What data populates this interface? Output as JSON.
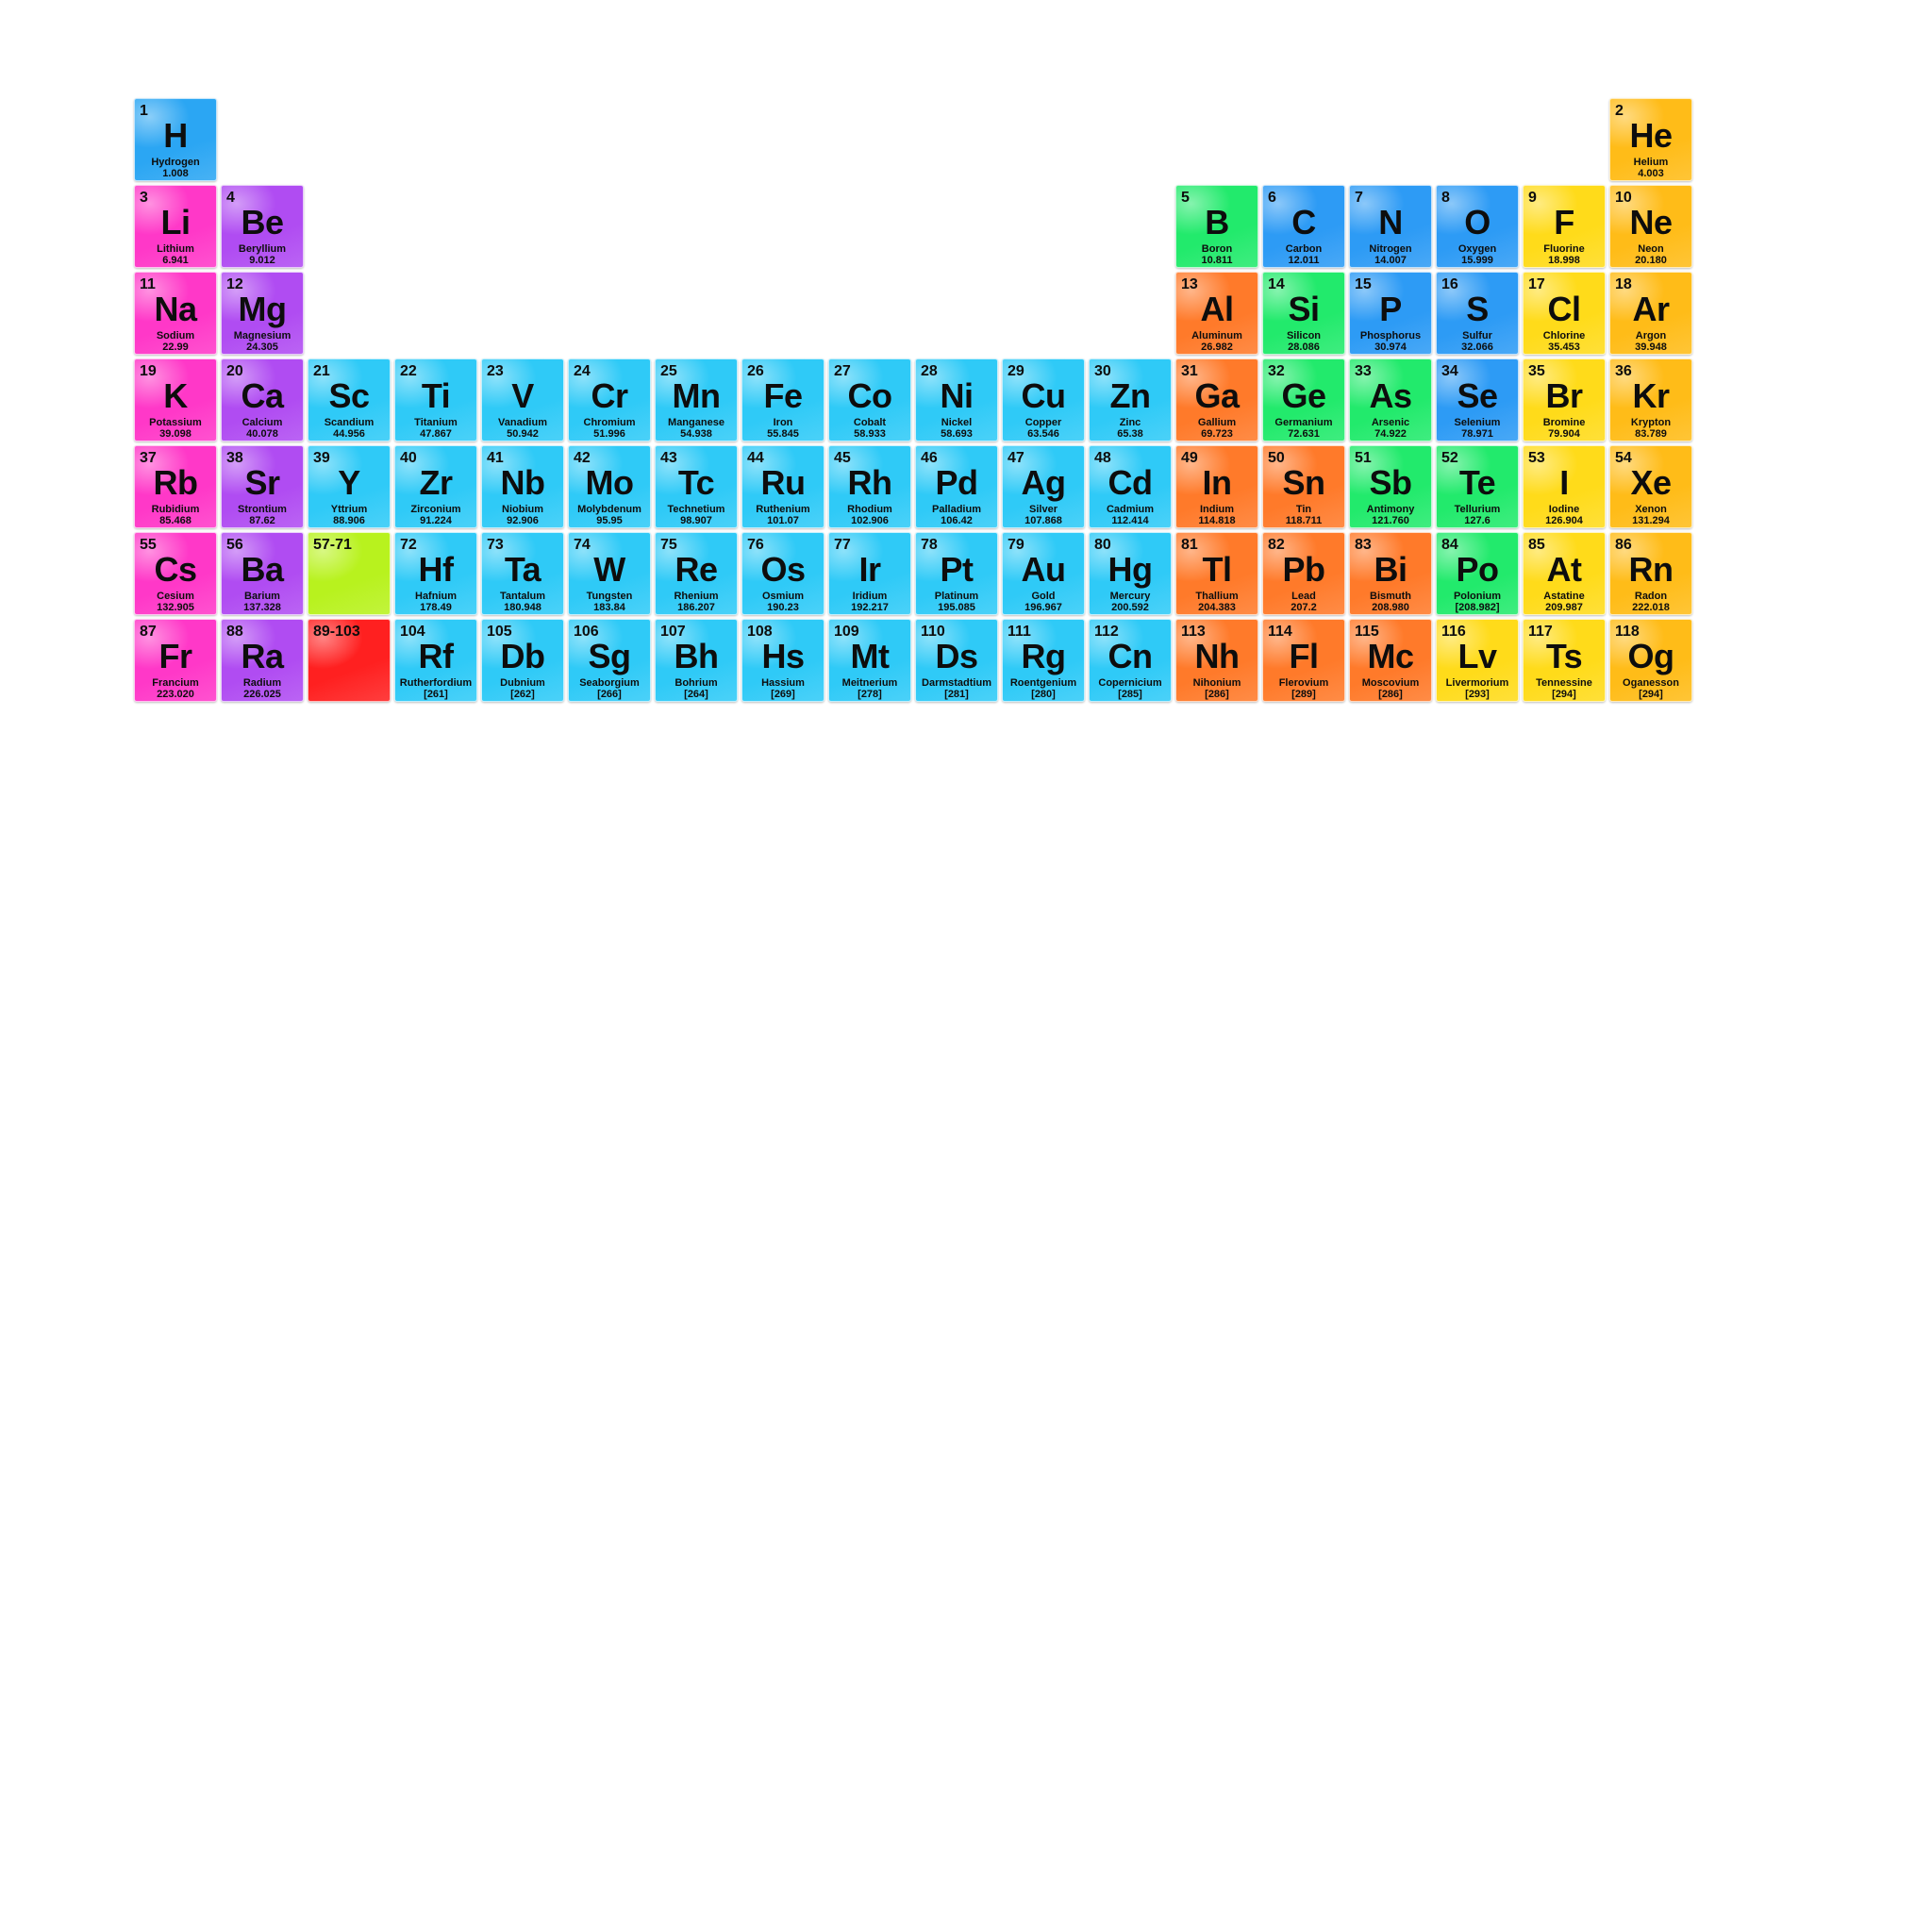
{
  "categories": {
    "h": "#2ba6f3",
    "alk": "#ff38c8",
    "ae": "#b04cf2",
    "tm": "#2fcaf7",
    "pm": "#ff7a2a",
    "ml": "#22ea6c",
    "nm": "#2d9bf5",
    "hal": "#ffdb1a",
    "ng": "#ffbc18",
    "lan": "#b8f21e",
    "act": "#ff2020"
  },
  "elements": [
    {
      "n": "1",
      "s": "H",
      "name": "Hydrogen",
      "m": "1.008",
      "r": 1,
      "c": 1,
      "cat": "h"
    },
    {
      "n": "2",
      "s": "He",
      "name": "Helium",
      "m": "4.003",
      "r": 1,
      "c": 18,
      "cat": "ng"
    },
    {
      "n": "3",
      "s": "Li",
      "name": "Lithium",
      "m": "6.941",
      "r": 2,
      "c": 1,
      "cat": "alk"
    },
    {
      "n": "4",
      "s": "Be",
      "name": "Beryllium",
      "m": "9.012",
      "r": 2,
      "c": 2,
      "cat": "ae"
    },
    {
      "n": "5",
      "s": "B",
      "name": "Boron",
      "m": "10.811",
      "r": 2,
      "c": 13,
      "cat": "ml"
    },
    {
      "n": "6",
      "s": "C",
      "name": "Carbon",
      "m": "12.011",
      "r": 2,
      "c": 14,
      "cat": "nm"
    },
    {
      "n": "7",
      "s": "N",
      "name": "Nitrogen",
      "m": "14.007",
      "r": 2,
      "c": 15,
      "cat": "nm"
    },
    {
      "n": "8",
      "s": "O",
      "name": "Oxygen",
      "m": "15.999",
      "r": 2,
      "c": 16,
      "cat": "nm"
    },
    {
      "n": "9",
      "s": "F",
      "name": "Fluorine",
      "m": "18.998",
      "r": 2,
      "c": 17,
      "cat": "hal"
    },
    {
      "n": "10",
      "s": "Ne",
      "name": "Neon",
      "m": "20.180",
      "r": 2,
      "c": 18,
      "cat": "ng"
    },
    {
      "n": "11",
      "s": "Na",
      "name": "Sodium",
      "m": "22.99",
      "r": 3,
      "c": 1,
      "cat": "alk"
    },
    {
      "n": "12",
      "s": "Mg",
      "name": "Magnesium",
      "m": "24.305",
      "r": 3,
      "c": 2,
      "cat": "ae"
    },
    {
      "n": "13",
      "s": "Al",
      "name": "Aluminum",
      "m": "26.982",
      "r": 3,
      "c": 13,
      "cat": "pm"
    },
    {
      "n": "14",
      "s": "Si",
      "name": "Silicon",
      "m": "28.086",
      "r": 3,
      "c": 14,
      "cat": "ml"
    },
    {
      "n": "15",
      "s": "P",
      "name": "Phosphorus",
      "m": "30.974",
      "r": 3,
      "c": 15,
      "cat": "nm"
    },
    {
      "n": "16",
      "s": "S",
      "name": "Sulfur",
      "m": "32.066",
      "r": 3,
      "c": 16,
      "cat": "nm"
    },
    {
      "n": "17",
      "s": "Cl",
      "name": "Chlorine",
      "m": "35.453",
      "r": 3,
      "c": 17,
      "cat": "hal"
    },
    {
      "n": "18",
      "s": "Ar",
      "name": "Argon",
      "m": "39.948",
      "r": 3,
      "c": 18,
      "cat": "ng"
    },
    {
      "n": "19",
      "s": "K",
      "name": "Potassium",
      "m": "39.098",
      "r": 4,
      "c": 1,
      "cat": "alk"
    },
    {
      "n": "20",
      "s": "Ca",
      "name": "Calcium",
      "m": "40.078",
      "r": 4,
      "c": 2,
      "cat": "ae"
    },
    {
      "n": "21",
      "s": "Sc",
      "name": "Scandium",
      "m": "44.956",
      "r": 4,
      "c": 3,
      "cat": "tm"
    },
    {
      "n": "22",
      "s": "Ti",
      "name": "Titanium",
      "m": "47.867",
      "r": 4,
      "c": 4,
      "cat": "tm"
    },
    {
      "n": "23",
      "s": "V",
      "name": "Vanadium",
      "m": "50.942",
      "r": 4,
      "c": 5,
      "cat": "tm"
    },
    {
      "n": "24",
      "s": "Cr",
      "name": "Chromium",
      "m": "51.996",
      "r": 4,
      "c": 6,
      "cat": "tm"
    },
    {
      "n": "25",
      "s": "Mn",
      "name": "Manganese",
      "m": "54.938",
      "r": 4,
      "c": 7,
      "cat": "tm"
    },
    {
      "n": "26",
      "s": "Fe",
      "name": "Iron",
      "m": "55.845",
      "r": 4,
      "c": 8,
      "cat": "tm"
    },
    {
      "n": "27",
      "s": "Co",
      "name": "Cobalt",
      "m": "58.933",
      "r": 4,
      "c": 9,
      "cat": "tm"
    },
    {
      "n": "28",
      "s": "Ni",
      "name": "Nickel",
      "m": "58.693",
      "r": 4,
      "c": 10,
      "cat": "tm"
    },
    {
      "n": "29",
      "s": "Cu",
      "name": "Copper",
      "m": "63.546",
      "r": 4,
      "c": 11,
      "cat": "tm"
    },
    {
      "n": "30",
      "s": "Zn",
      "name": "Zinc",
      "m": "65.38",
      "r": 4,
      "c": 12,
      "cat": "tm"
    },
    {
      "n": "31",
      "s": "Ga",
      "name": "Gallium",
      "m": "69.723",
      "r": 4,
      "c": 13,
      "cat": "pm"
    },
    {
      "n": "32",
      "s": "Ge",
      "name": "Germanium",
      "m": "72.631",
      "r": 4,
      "c": 14,
      "cat": "ml"
    },
    {
      "n": "33",
      "s": "As",
      "name": "Arsenic",
      "m": "74.922",
      "r": 4,
      "c": 15,
      "cat": "ml"
    },
    {
      "n": "34",
      "s": "Se",
      "name": "Selenium",
      "m": "78.971",
      "r": 4,
      "c": 16,
      "cat": "nm"
    },
    {
      "n": "35",
      "s": "Br",
      "name": "Bromine",
      "m": "79.904",
      "r": 4,
      "c": 17,
      "cat": "hal"
    },
    {
      "n": "36",
      "s": "Kr",
      "name": "Krypton",
      "m": "83.789",
      "r": 4,
      "c": 18,
      "cat": "ng"
    },
    {
      "n": "37",
      "s": "Rb",
      "name": "Rubidium",
      "m": "85.468",
      "r": 5,
      "c": 1,
      "cat": "alk"
    },
    {
      "n": "38",
      "s": "Sr",
      "name": "Strontium",
      "m": "87.62",
      "r": 5,
      "c": 2,
      "cat": "ae"
    },
    {
      "n": "39",
      "s": "Y",
      "name": "Yttrium",
      "m": "88.906",
      "r": 5,
      "c": 3,
      "cat": "tm"
    },
    {
      "n": "40",
      "s": "Zr",
      "name": "Zirconium",
      "m": "91.224",
      "r": 5,
      "c": 4,
      "cat": "tm"
    },
    {
      "n": "41",
      "s": "Nb",
      "name": "Niobium",
      "m": "92.906",
      "r": 5,
      "c": 5,
      "cat": "tm"
    },
    {
      "n": "42",
      "s": "Mo",
      "name": "Molybdenum",
      "m": "95.95",
      "r": 5,
      "c": 6,
      "cat": "tm"
    },
    {
      "n": "43",
      "s": "Tc",
      "name": "Technetium",
      "m": "98.907",
      "r": 5,
      "c": 7,
      "cat": "tm"
    },
    {
      "n": "44",
      "s": "Ru",
      "name": "Ruthenium",
      "m": "101.07",
      "r": 5,
      "c": 8,
      "cat": "tm"
    },
    {
      "n": "45",
      "s": "Rh",
      "name": "Rhodium",
      "m": "102.906",
      "r": 5,
      "c": 9,
      "cat": "tm"
    },
    {
      "n": "46",
      "s": "Pd",
      "name": "Palladium",
      "m": "106.42",
      "r": 5,
      "c": 10,
      "cat": "tm"
    },
    {
      "n": "47",
      "s": "Ag",
      "name": "Silver",
      "m": "107.868",
      "r": 5,
      "c": 11,
      "cat": "tm"
    },
    {
      "n": "48",
      "s": "Cd",
      "name": "Cadmium",
      "m": "112.414",
      "r": 5,
      "c": 12,
      "cat": "tm"
    },
    {
      "n": "49",
      "s": "In",
      "name": "Indium",
      "m": "114.818",
      "r": 5,
      "c": 13,
      "cat": "pm"
    },
    {
      "n": "50",
      "s": "Sn",
      "name": "Tin",
      "m": "118.711",
      "r": 5,
      "c": 14,
      "cat": "pm"
    },
    {
      "n": "51",
      "s": "Sb",
      "name": "Antimony",
      "m": "121.760",
      "r": 5,
      "c": 15,
      "cat": "ml"
    },
    {
      "n": "52",
      "s": "Te",
      "name": "Tellurium",
      "m": "127.6",
      "r": 5,
      "c": 16,
      "cat": "ml"
    },
    {
      "n": "53",
      "s": "I",
      "name": "Iodine",
      "m": "126.904",
      "r": 5,
      "c": 17,
      "cat": "hal"
    },
    {
      "n": "54",
      "s": "Xe",
      "name": "Xenon",
      "m": "131.294",
      "r": 5,
      "c": 18,
      "cat": "ng"
    },
    {
      "n": "55",
      "s": "Cs",
      "name": "Cesium",
      "m": "132.905",
      "r": 6,
      "c": 1,
      "cat": "alk"
    },
    {
      "n": "56",
      "s": "Ba",
      "name": "Barium",
      "m": "137.328",
      "r": 6,
      "c": 2,
      "cat": "ae"
    },
    {
      "n": "72",
      "s": "Hf",
      "name": "Hafnium",
      "m": "178.49",
      "r": 6,
      "c": 4,
      "cat": "tm"
    },
    {
      "n": "73",
      "s": "Ta",
      "name": "Tantalum",
      "m": "180.948",
      "r": 6,
      "c": 5,
      "cat": "tm"
    },
    {
      "n": "74",
      "s": "W",
      "name": "Tungsten",
      "m": "183.84",
      "r": 6,
      "c": 6,
      "cat": "tm"
    },
    {
      "n": "75",
      "s": "Re",
      "name": "Rhenium",
      "m": "186.207",
      "r": 6,
      "c": 7,
      "cat": "tm"
    },
    {
      "n": "76",
      "s": "Os",
      "name": "Osmium",
      "m": "190.23",
      "r": 6,
      "c": 8,
      "cat": "tm"
    },
    {
      "n": "77",
      "s": "Ir",
      "name": "Iridium",
      "m": "192.217",
      "r": 6,
      "c": 9,
      "cat": "tm"
    },
    {
      "n": "78",
      "s": "Pt",
      "name": "Platinum",
      "m": "195.085",
      "r": 6,
      "c": 10,
      "cat": "tm"
    },
    {
      "n": "79",
      "s": "Au",
      "name": "Gold",
      "m": "196.967",
      "r": 6,
      "c": 11,
      "cat": "tm"
    },
    {
      "n": "80",
      "s": "Hg",
      "name": "Mercury",
      "m": "200.592",
      "r": 6,
      "c": 12,
      "cat": "tm"
    },
    {
      "n": "81",
      "s": "Tl",
      "name": "Thallium",
      "m": "204.383",
      "r": 6,
      "c": 13,
      "cat": "pm"
    },
    {
      "n": "82",
      "s": "Pb",
      "name": "Lead",
      "m": "207.2",
      "r": 6,
      "c": 14,
      "cat": "pm"
    },
    {
      "n": "83",
      "s": "Bi",
      "name": "Bismuth",
      "m": "208.980",
      "r": 6,
      "c": 15,
      "cat": "pm"
    },
    {
      "n": "84",
      "s": "Po",
      "name": "Polonium",
      "m": "[208.982]",
      "r": 6,
      "c": 16,
      "cat": "ml"
    },
    {
      "n": "85",
      "s": "At",
      "name": "Astatine",
      "m": "209.987",
      "r": 6,
      "c": 17,
      "cat": "hal"
    },
    {
      "n": "86",
      "s": "Rn",
      "name": "Radon",
      "m": "222.018",
      "r": 6,
      "c": 18,
      "cat": "ng"
    },
    {
      "n": "87",
      "s": "Fr",
      "name": "Francium",
      "m": "223.020",
      "r": 7,
      "c": 1,
      "cat": "alk"
    },
    {
      "n": "88",
      "s": "Ra",
      "name": "Radium",
      "m": "226.025",
      "r": 7,
      "c": 2,
      "cat": "ae"
    },
    {
      "n": "104",
      "s": "Rf",
      "name": "Rutherfordium",
      "m": "[261]",
      "r": 7,
      "c": 4,
      "cat": "tm"
    },
    {
      "n": "105",
      "s": "Db",
      "name": "Dubnium",
      "m": "[262]",
      "r": 7,
      "c": 5,
      "cat": "tm"
    },
    {
      "n": "106",
      "s": "Sg",
      "name": "Seaborgium",
      "m": "[266]",
      "r": 7,
      "c": 6,
      "cat": "tm"
    },
    {
      "n": "107",
      "s": "Bh",
      "name": "Bohrium",
      "m": "[264]",
      "r": 7,
      "c": 7,
      "cat": "tm"
    },
    {
      "n": "108",
      "s": "Hs",
      "name": "Hassium",
      "m": "[269]",
      "r": 7,
      "c": 8,
      "cat": "tm"
    },
    {
      "n": "109",
      "s": "Mt",
      "name": "Meitnerium",
      "m": "[278]",
      "r": 7,
      "c": 9,
      "cat": "tm"
    },
    {
      "n": "110",
      "s": "Ds",
      "name": "Darmstadtium",
      "m": "[281]",
      "r": 7,
      "c": 10,
      "cat": "tm"
    },
    {
      "n": "111",
      "s": "Rg",
      "name": "Roentgenium",
      "m": "[280]",
      "r": 7,
      "c": 11,
      "cat": "tm"
    },
    {
      "n": "112",
      "s": "Cn",
      "name": "Copernicium",
      "m": "[285]",
      "r": 7,
      "c": 12,
      "cat": "tm"
    },
    {
      "n": "113",
      "s": "Nh",
      "name": "Nihonium",
      "m": "[286]",
      "r": 7,
      "c": 13,
      "cat": "pm"
    },
    {
      "n": "114",
      "s": "Fl",
      "name": "Flerovium",
      "m": "[289]",
      "r": 7,
      "c": 14,
      "cat": "pm"
    },
    {
      "n": "115",
      "s": "Mc",
      "name": "Moscovium",
      "m": "[286]",
      "r": 7,
      "c": 15,
      "cat": "pm"
    },
    {
      "n": "116",
      "s": "Lv",
      "name": "Livermorium",
      "m": "[293]",
      "r": 7,
      "c": 16,
      "cat": "hal"
    },
    {
      "n": "117",
      "s": "Ts",
      "name": "Tennessine",
      "m": "[294]",
      "r": 7,
      "c": 17,
      "cat": "hal"
    },
    {
      "n": "118",
      "s": "Og",
      "name": "Oganesson",
      "m": "[294]",
      "r": 7,
      "c": 18,
      "cat": "ng"
    }
  ],
  "placeholders": [
    {
      "label": "57-71",
      "r": 6,
      "c": 3,
      "cat": "lan"
    },
    {
      "label": "89-103",
      "r": 7,
      "c": 3,
      "cat": "act"
    }
  ]
}
